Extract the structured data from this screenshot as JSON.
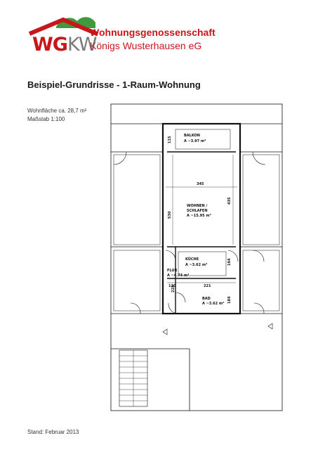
{
  "header": {
    "logo_letters_red": "WG",
    "logo_letters_grey": "KW",
    "org_name_line1": "Wohnungsgenossenschaft",
    "org_name_line2": "Königs Wusterhausen eG"
  },
  "document": {
    "title": "Beispiel-Grundrisse - 1-Raum-Wohnung",
    "living_area": "Wohnfläche ca. 28,7 m²",
    "scale": "Maßstab 1:100",
    "footer": "Stand: Februar 2013"
  },
  "floorplan": {
    "rooms": {
      "balkon": {
        "name": "BALKON",
        "area": "A ~3.97 m²"
      },
      "wohnen": {
        "name_line1": "WOHNEN /",
        "name_line2": "SCHLAFEN",
        "area": "A ~15.95 m²"
      },
      "kueche": {
        "name": "KÜCHE",
        "area": "A ~3.62 m²"
      },
      "flur": {
        "name": "FLUR",
        "area": "A ~4.74 m²"
      },
      "bad": {
        "name": "BAD",
        "area": "A ~3.62 m²"
      }
    },
    "dimensions": {
      "balkon_depth": "115",
      "width_main": "345",
      "wohnen_depth": "530",
      "wohnen_outer": "435",
      "kueche_depth": "164",
      "flur_width": "120",
      "bad_width": "221",
      "flur_depth": "228",
      "bad_depth": "184"
    }
  },
  "colors": {
    "brand_red": "#c8161d",
    "brand_green": "#3e9a3c",
    "brand_grey": "#7a7a7a"
  }
}
